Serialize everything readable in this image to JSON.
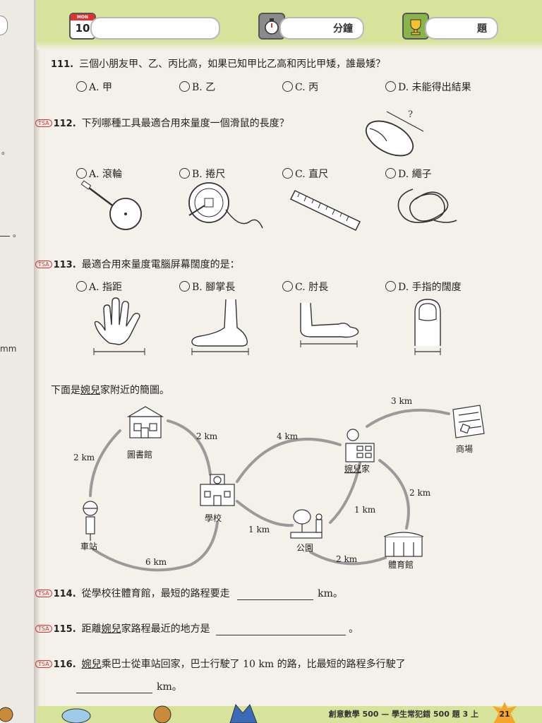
{
  "left_page": {
    "mm": "mm"
  },
  "header": {
    "calendar_month": "MON",
    "calendar_day": "10",
    "minutes_label": "分鐘",
    "questions_label": "題"
  },
  "q111": {
    "num": "111.",
    "text": "三個小朋友甲、乙、丙比高，如果已知甲比乙高和丙比甲矮，誰最矮？",
    "options": [
      "A. 甲",
      "B. 乙",
      "C. 丙",
      "D. 未能得出結果"
    ]
  },
  "q112": {
    "tsa": "TSA",
    "num": "112.",
    "text": "下列哪種工具最適合用來量度一個滑鼠的長度？",
    "mouse_mark": "?",
    "options": [
      "A. 滾輪",
      "B. 捲尺",
      "C. 直尺",
      "D. 繩子"
    ]
  },
  "q113": {
    "tsa": "TSA",
    "num": "113.",
    "text": "最適合用來量度電腦屏幕闊度的是：",
    "options": [
      "A. 指距",
      "B. 腳掌長",
      "C. 肘長",
      "D. 手指的闊度"
    ]
  },
  "map": {
    "intro_pre": "下面是",
    "intro_name": "婉兒",
    "intro_post": "家附近的簡圖。",
    "places": {
      "library": "圖書館",
      "school": "學校",
      "station": "車站",
      "park": "公園",
      "home_name": "婉兒",
      "home_suffix": "家",
      "mall": "商場",
      "gym": "體育館"
    },
    "distances": {
      "station_library": "2 km",
      "library_school": "2 km",
      "station_school": "6 km",
      "school_home": "4 km",
      "school_park": "1 km",
      "park_home": "1 km",
      "home_mall": "3 km",
      "home_gym": "2 km",
      "park_gym": "2 km"
    }
  },
  "q114": {
    "tsa": "TSA",
    "num": "114.",
    "text": "從學校往體育館，最短的路程要走",
    "unit": "km。"
  },
  "q115": {
    "tsa": "TSA",
    "num": "115.",
    "pre": "距離",
    "name": "婉兒",
    "post": "家路程最近的地方是",
    "end": "。"
  },
  "q116": {
    "tsa": "TSA",
    "num": "116.",
    "name": "婉兒",
    "text": "乘巴士從車站回家，巴士行駛了 10 km 的路，比最短的路程多行駛了",
    "unit": "km。"
  },
  "footer": {
    "text": "創意數學 500 — 學生常犯錯 500 題 3 上",
    "page": "21"
  }
}
